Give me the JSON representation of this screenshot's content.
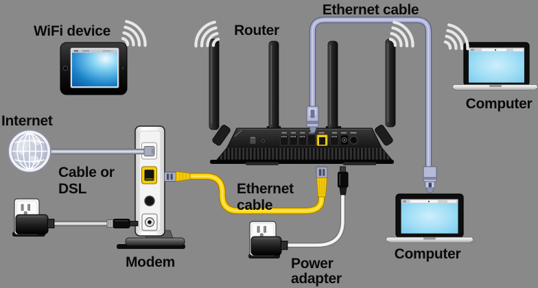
{
  "diagram": {
    "type": "network-setup-illustration",
    "labels": {
      "internet": "Internet",
      "wifi_device": "WiFi device",
      "router": "Router",
      "ethernet_cable_top": "Ethernet cable",
      "cable_or_dsl": {
        "line1": "Cable or",
        "line2": "DSL"
      },
      "ethernet_cable_mid": {
        "line1": "Ethernet",
        "line2": "cable"
      },
      "modem": "Modem",
      "power_adapter": {
        "line1": "Power",
        "line2": "adapter"
      },
      "computer_wireless": "Computer",
      "computer_wired": "Computer"
    },
    "colors": {
      "background": "#898989",
      "label_text": "#0a0a0a",
      "ethernet_cable_yellow": "#ffd60a",
      "ethernet_cable_blue": "#aeb3d6",
      "internet_cable_gray": "#b9bdc9",
      "power_cable_white": "#ececec",
      "power_cable_gray": "#c6c6c6",
      "wifi_waves": "#e7e7e7",
      "device_screen_blue": "#5ec0ea",
      "router_black": "#232323",
      "modem_white": "#f7f7f7",
      "port_yellow": "#f2cf0e"
    },
    "icons": [
      "internet-globe-icon",
      "wifi-waves-icon",
      "tablet-icon",
      "laptop-icon",
      "router-icon",
      "modem-icon",
      "power-outlet-icon",
      "power-adapter-icon",
      "ethernet-connector-icon",
      "power-barrel-connector-icon"
    ]
  }
}
